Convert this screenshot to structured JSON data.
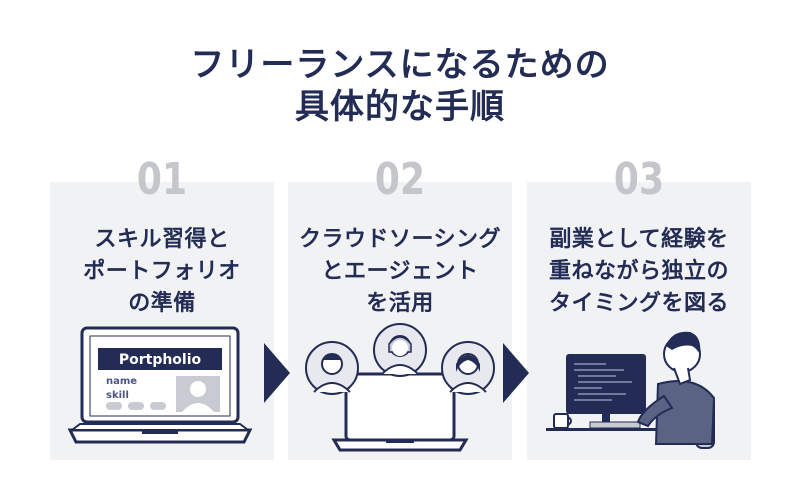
{
  "title_line1": "フリーランスになるための",
  "title_line2": "具体的な手順",
  "steps": [
    {
      "number": "01",
      "line1": "スキル習得と",
      "line2": "ポートフォリオ",
      "line3": "の準備"
    },
    {
      "number": "02",
      "line1": "クラウドソーシング",
      "line2": "とエージェント",
      "line3": "を活用"
    },
    {
      "number": "03",
      "line1": "副業として経験を",
      "line2": "重ねながら独立の",
      "line3": "タイミングを図る"
    }
  ],
  "portfolio": {
    "header": "Portpholio",
    "name_label": "name",
    "skill_label": "skill"
  },
  "colors": {
    "navy": "#232c54",
    "card_bg": "#f1f2f4",
    "number_gray": "#c4c6cc"
  }
}
